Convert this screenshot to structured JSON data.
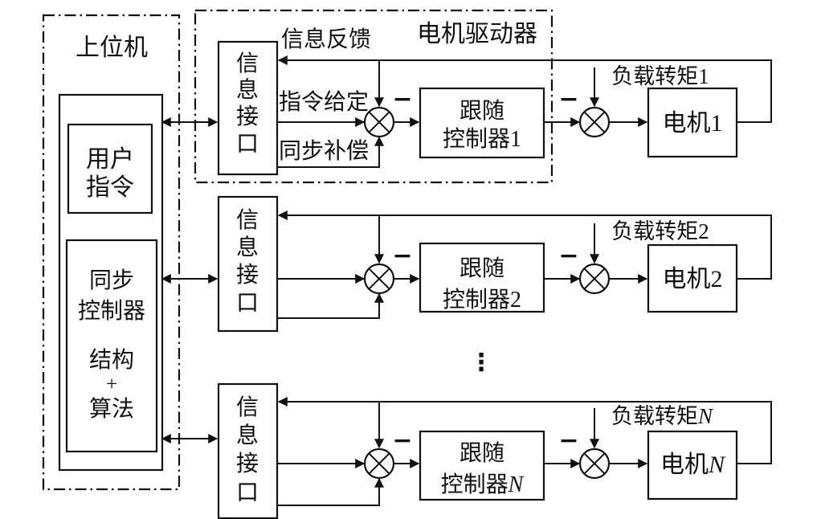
{
  "host": {
    "title": "上位机",
    "user_command": {
      "line1": "用户",
      "line2": "指令"
    },
    "sync_controller": {
      "line1": "同步",
      "line2": "控制器",
      "line3": "结构",
      "line4": "+",
      "line5": "算法"
    }
  },
  "driver": {
    "title": "电机驱动器"
  },
  "signals": {
    "feedback": "信息反馈",
    "command": "指令给定",
    "compensation": "同步补偿"
  },
  "interface_label": {
    "c1": "信",
    "c2": "息",
    "c3": "接",
    "c4": "口"
  },
  "blocks": {
    "controller_line1": "跟随",
    "controller_prefix": "控制器",
    "motor_prefix": "电机",
    "load_prefix": "负载转矩"
  },
  "symbols": {
    "minus": "−",
    "dots": "⋮"
  },
  "rows": [
    {
      "suffix": "1"
    },
    {
      "suffix": "2"
    },
    {
      "suffix": "N"
    }
  ],
  "colors": {
    "ink": "#111111",
    "background": "#ffffff"
  }
}
